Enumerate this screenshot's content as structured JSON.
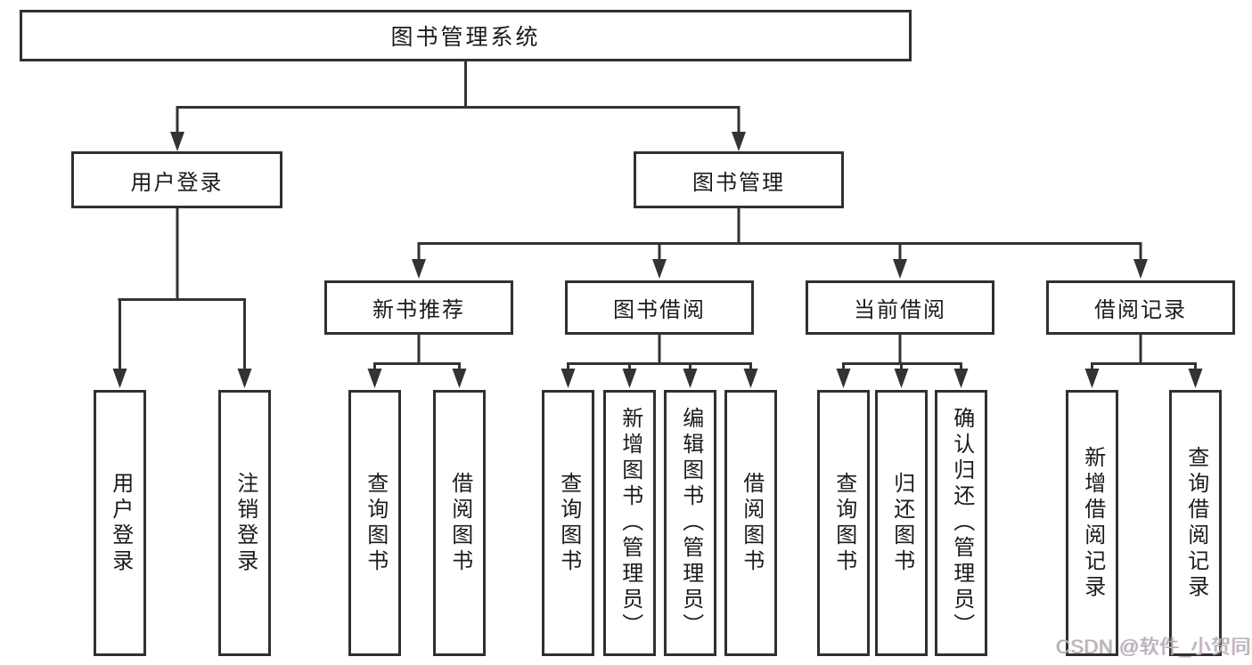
{
  "diagram_title": "图书管理系统",
  "nodes": {
    "root": {
      "label": "图书管理系统"
    },
    "user_login": {
      "label": "用户登录"
    },
    "book_management": {
      "label": "图书管理"
    },
    "new_book_recommend": {
      "label": "新书推荐"
    },
    "book_borrow": {
      "label": "图书借阅"
    },
    "current_borrow": {
      "label": "当前借阅"
    },
    "borrow_records": {
      "label": "借阅记录"
    },
    "leaves": {
      "user_login": [
        "用户登录",
        "注销登录"
      ],
      "new_book_recommend": [
        "查询图书",
        "借阅图书"
      ],
      "book_borrow": [
        "查询图书",
        "新增图书（管理员）",
        "编辑图书（管理员）",
        "借阅图书"
      ],
      "current_borrow": [
        "查询图书",
        "归还图书",
        "确认归还（管理员）"
      ],
      "borrow_records": [
        "新增借阅记录",
        "查询借阅记录"
      ]
    }
  },
  "watermark": "CSDN @软件_小贺同学",
  "colors": {
    "line": "#333333",
    "border": "#303030",
    "text": "#1b1b1b",
    "background": "#ffffff",
    "watermark": "#b6b0b3"
  }
}
